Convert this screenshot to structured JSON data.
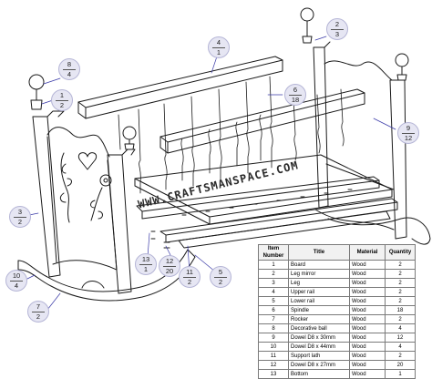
{
  "watermark": "WWW.CRAFTSMANSPACE.COM",
  "callouts": [
    {
      "num": "4",
      "qty": "1"
    },
    {
      "num": "2",
      "qty": "3"
    },
    {
      "num": "8",
      "qty": "4"
    },
    {
      "num": "1",
      "qty": "2"
    },
    {
      "num": "6",
      "qty": "18"
    },
    {
      "num": "9",
      "qty": "12"
    },
    {
      "num": "3",
      "qty": "2"
    },
    {
      "num": "13",
      "qty": "1"
    },
    {
      "num": "12",
      "qty": "20"
    },
    {
      "num": "11",
      "qty": "2"
    },
    {
      "num": "5",
      "qty": "2"
    },
    {
      "num": "10",
      "qty": "4"
    },
    {
      "num": "7",
      "qty": "2"
    }
  ],
  "bom": {
    "headers": [
      "Item Number",
      "Title",
      "Material",
      "Quantity"
    ],
    "rows": [
      [
        "1",
        "Board",
        "Wood",
        "2"
      ],
      [
        "2",
        "Leg mirror",
        "Wood",
        "2"
      ],
      [
        "3",
        "Leg",
        "Wood",
        "2"
      ],
      [
        "4",
        "Upper rail",
        "Wood",
        "2"
      ],
      [
        "5",
        "Lower rail",
        "Wood",
        "2"
      ],
      [
        "6",
        "Spindle",
        "Wood",
        "18"
      ],
      [
        "7",
        "Rocker",
        "Wood",
        "2"
      ],
      [
        "8",
        "Decorative ball",
        "Wood",
        "4"
      ],
      [
        "9",
        "Dowel D8 x 30mm",
        "Wood",
        "12"
      ],
      [
        "10",
        "Dowel D8 x 44mm",
        "Wood",
        "4"
      ],
      [
        "11",
        "Support lath",
        "Wood",
        "2"
      ],
      [
        "12",
        "Dowel D8 x 27mm",
        "Wood",
        "20"
      ],
      [
        "13",
        "Bottom",
        "Wood",
        "1"
      ]
    ]
  }
}
